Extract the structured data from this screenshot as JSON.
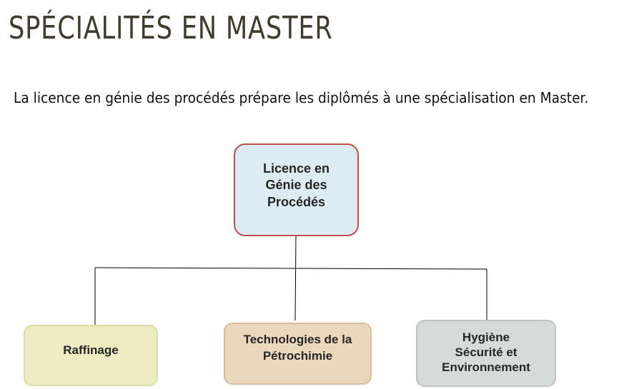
{
  "page": {
    "title": "SPÉCIALITÉS EN MASTER",
    "intro": "La licence en génie des procédés prépare les diplômés à une spécialisation en Master."
  },
  "diagram": {
    "root": {
      "label": "Licence en\nGénie des\nProcédés",
      "fill_color": "#dcecf2",
      "border_color": "#c0504d"
    },
    "children": [
      {
        "label": "Raffinage",
        "fill_color": "#eeeac2"
      },
      {
        "label": "Technologies de la\nPétrochimie",
        "fill_color": "#ead7bc"
      },
      {
        "label": "Hygiène\nSécurité et\nEnvironnement",
        "fill_color": "#d6dad9"
      }
    ],
    "connector_color": "#000000"
  }
}
